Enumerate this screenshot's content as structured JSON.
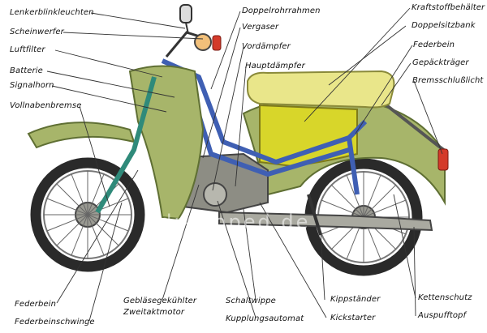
{
  "labels": {
    "lenkerblinkleuchten": "Lenkerblinkleuchten",
    "scheinwerfer": "Scheinwerfer",
    "luftfilter": "Luftfilter",
    "batterie": "Batterie",
    "signalhorn": "Signalhorn",
    "vollnabenbremse": "Vollnabenbremse",
    "doppelrohrrahmen": "Doppelrohrrahmen",
    "vergaser": "Vergaser",
    "vordaempfer": "Vordämpfer",
    "hauptdaempfer": "Hauptdämpfer",
    "kraftstoffbehaelter": "Kraftstoffbehälter",
    "doppelsitzbank": "Doppelsitzbank",
    "federbein_rear": "Federbein",
    "gepaecktraeger": "Gepäckträger",
    "bremsschlusslicht": "Bremsschlußlicht",
    "federbein_front": "Federbein",
    "federbeinschwinge": "Federbeinschwinge",
    "geblaese_line1": "Gebläsegekühlter",
    "geblaese_line2": "Zweitaktmotor",
    "schaltwippe": "Schaltwippe",
    "kupplungsautomat": "Kupplungsautomat",
    "kippstaender": "Kippständer",
    "kickstarter": "Kickstarter",
    "kettenschutz": "Kettenschutz",
    "auspufftopf": "Auspufftopf"
  },
  "watermark": "ddr-moped.de",
  "colors": {
    "frame_green": "#a7b56a",
    "frame_dark": "#5f6f33",
    "seat": "#e9e68a",
    "tank_yellow": "#d8d62a",
    "frame_blue": "#3f5fb3",
    "engine": "#8d8d84",
    "tyre": "#2a2a2a",
    "red": "#d43a2a",
    "leader": "#333333"
  }
}
